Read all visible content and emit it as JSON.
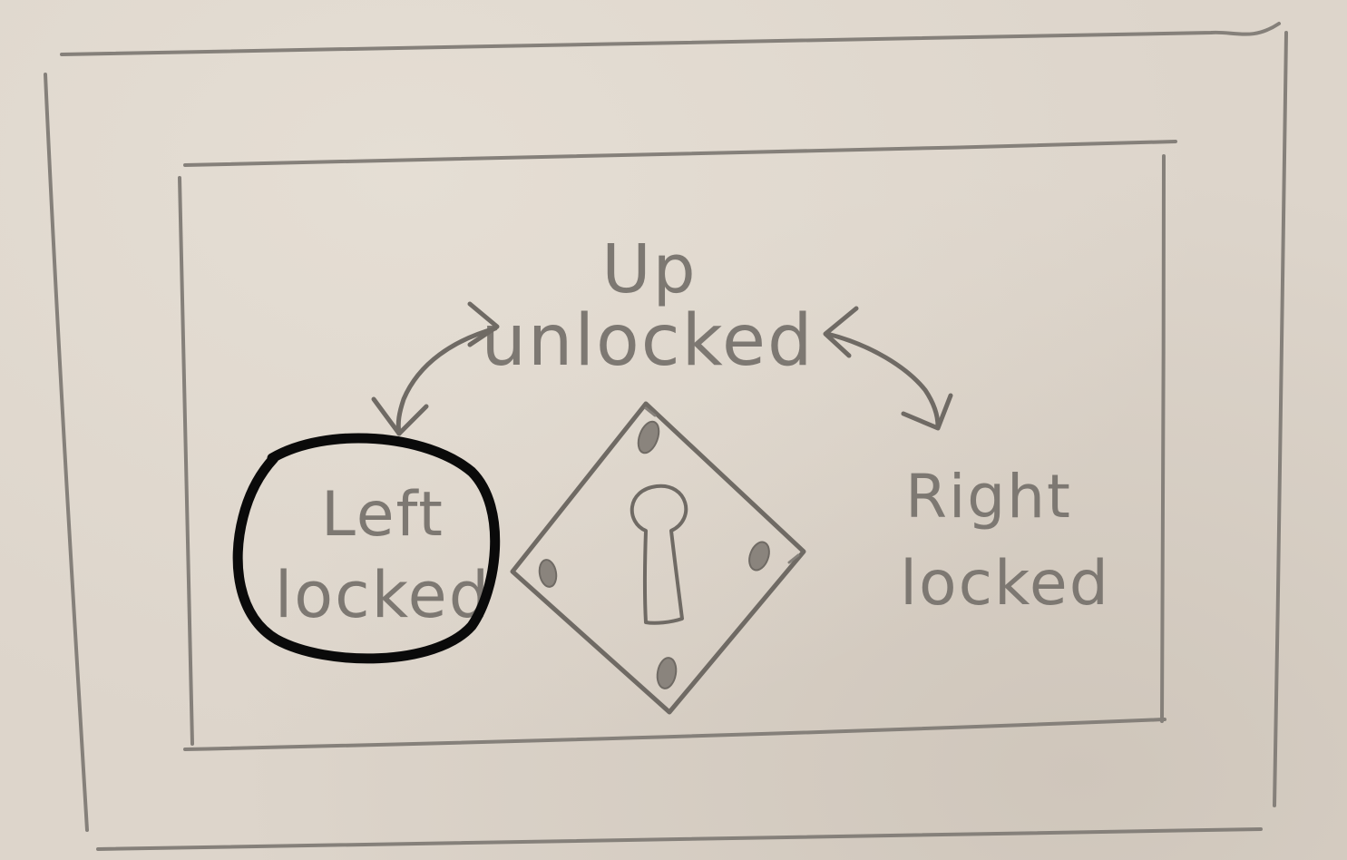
{
  "labels": {
    "up_state": "Up",
    "up_status": "unlocked",
    "left_state": "Left",
    "left_status": "locked",
    "right_state": "Right",
    "right_status": "locked"
  },
  "selected_state": "left",
  "center_icon": "keyhole-escutcheon-icon",
  "colors": {
    "paper": "#ddd5cb",
    "pencil": "#85807a",
    "highlight_marker": "#0a0a0a"
  }
}
